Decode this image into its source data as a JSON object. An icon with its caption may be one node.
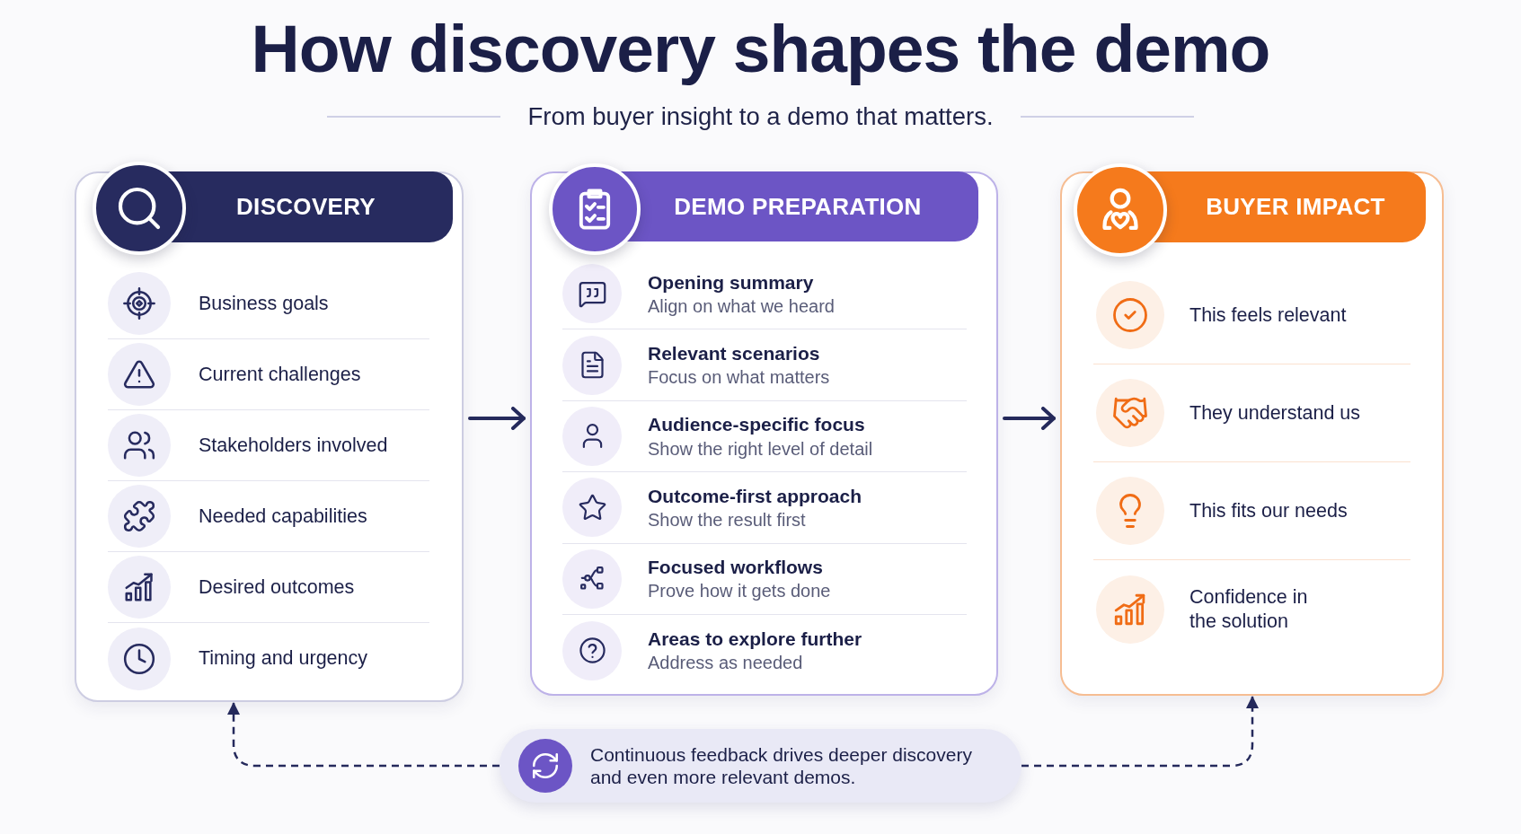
{
  "diagram": {
    "title": "How **discovery** shapes the demo",
    "nodes": [
      {
        "text": [
          "DISCOVERY"
        ]
      },
      {
        "text": [
          "Business goals"
        ],
        "in": 0
      },
      {
        "text": [
          "Current challenges"
        ],
        "in": 0
      },
      {
        "text": [
          "Stakeholders involved"
        ],
        "in": 0
      },
      {
        "text": [
          "Needed capabilities"
        ],
        "in": 0
      },
      {
        "text": [
          "Desired outcomes"
        ],
        "in": 0
      },
      {
        "text": [
          "Timing and urgency"
        ],
        "in": 0
      },
      {
        "text": [
          "DEMO PREPARATION"
        ]
      },
      {
        "text": [
          "Opening summary",
          "Align on what we heard"
        ],
        "in": 7
      },
      {
        "text": [
          "Relevant scenarios",
          "Focus on what matters"
        ],
        "in": 7
      },
      {
        "text": [
          "Audience-specific focus",
          "Show the right level of detail"
        ],
        "in": 7
      },
      {
        "text": [
          "Outcome-first approach",
          "Show the result first"
        ],
        "in": 7
      },
      {
        "text": [
          "Focused workflows",
          "Prove how it gets done"
        ],
        "in": 7
      },
      {
        "text": [
          "Areas to explore further",
          "Address as needed"
        ],
        "in": 7
      },
      {
        "text": [
          "BUYER IMPACT"
        ]
      },
      {
        "text": [
          "This feels relevant"
        ],
        "in": 14
      },
      {
        "text": [
          "They understand us"
        ],
        "in": 14
      },
      {
        "text": [
          "This fits our needs"
        ],
        "in": 14
      },
      {
        "text": [
          "Confidence in the solution"
        ],
        "in": 14
      },
      {
        "text": [
          "Continuous feedback drives deeper discovery and even more relevant demos."
        ]
      }
    ],
    "edges": [
      {
        "from": 0,
        "to": 7,
        "arrow": "to"
      },
      {
        "from": 7,
        "to": 14,
        "arrow": "to"
      },
      {
        "from": 19,
        "to": 0,
        "arrow": "to",
        "style": "dashed"
      },
      {
        "from": 19,
        "to": 14,
        "arrow": "to",
        "style": "dashed"
      }
    ],
    "labels": [
      "From buyer insight to a demo that matters."
    ]
  }
}
